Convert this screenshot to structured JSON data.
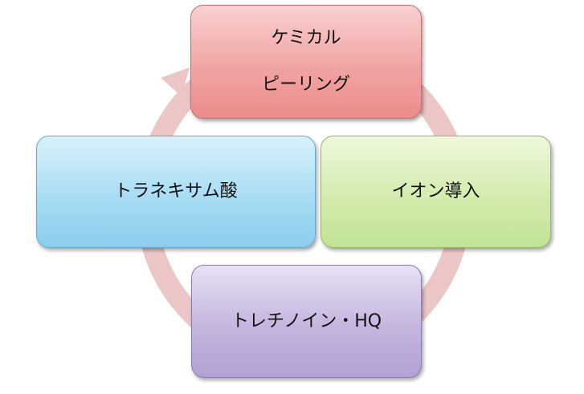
{
  "diagram": {
    "nodes": [
      {
        "id": "chemical-peeling",
        "lines": [
          "ケミカル",
          "ピーリング"
        ]
      },
      {
        "id": "tranexamic-acid",
        "lines": [
          "トラネキサム酸"
        ]
      },
      {
        "id": "ion-introduction",
        "lines": [
          "イオン導入"
        ]
      },
      {
        "id": "tretinoin-hq",
        "lines": [
          "トレチノイン・HQ"
        ]
      }
    ],
    "cycle_colors": {
      "ring": "#ecc6c6",
      "top": "#f1a4a4",
      "left": "#a8dcf4",
      "right": "#d3ecad",
      "bottom": "#c4b5df"
    }
  }
}
